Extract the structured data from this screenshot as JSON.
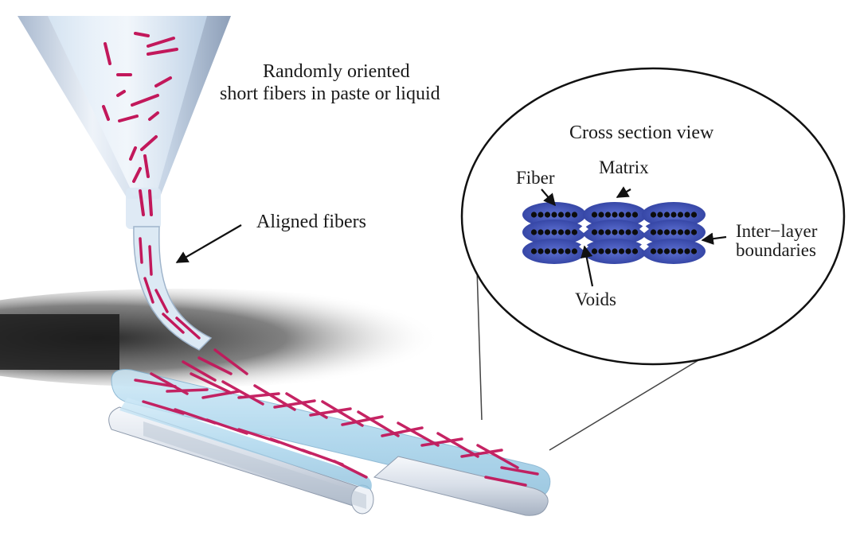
{
  "diagram": {
    "nozzle_label_line1": "Randomly oriented",
    "nozzle_label_line2": "short fibers in paste or liquid",
    "aligned_label": "Aligned fibers",
    "cross_section_title": "Cross section view",
    "fiber_label": "Fiber",
    "matrix_label": "Matrix",
    "interlayer_label_line1": "Inter−layer",
    "interlayer_label_line2": "boundaries",
    "voids_label": "Voids"
  },
  "colors": {
    "fiber": "#c2185b",
    "matrix": "#3f51b5",
    "fiber_dot": "#0d0d0d",
    "nozzle": "#c9d6e6",
    "shadow": "#2b2b2b",
    "tube_body": "#dfe6ef",
    "strand": "#a8d4ec"
  },
  "icons": {
    "pointer": "arrow-icon"
  }
}
